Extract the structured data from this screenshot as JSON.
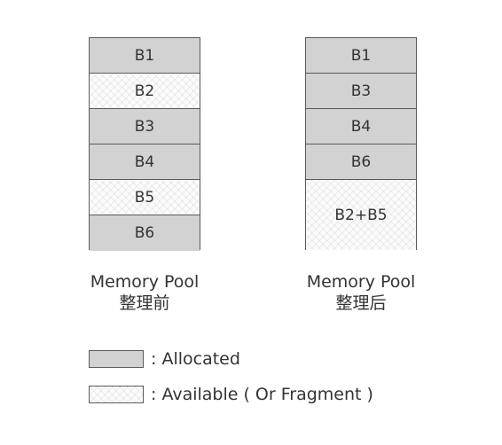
{
  "before": {
    "blocks": [
      {
        "label": "B1",
        "state": "allocated"
      },
      {
        "label": "B2",
        "state": "available"
      },
      {
        "label": "B3",
        "state": "allocated"
      },
      {
        "label": "B4",
        "state": "allocated"
      },
      {
        "label": "B5",
        "state": "available"
      },
      {
        "label": "B6",
        "state": "allocated"
      }
    ],
    "caption_line1": "Memory Pool",
    "caption_line2": "整理前"
  },
  "after": {
    "blocks": [
      {
        "label": "B1",
        "state": "allocated"
      },
      {
        "label": "B3",
        "state": "allocated"
      },
      {
        "label": "B4",
        "state": "allocated"
      },
      {
        "label": "B6",
        "state": "allocated"
      },
      {
        "label": "B2+B5",
        "state": "available"
      }
    ],
    "caption_line1": "Memory Pool",
    "caption_line2": "整理后"
  },
  "legend": {
    "allocated": ": Allocated",
    "available": ": Available ( Or Fragment )"
  },
  "colors": {
    "allocated_fill": "#d2d2d2",
    "available_fill": "#fbfbfb",
    "border": "#5a5a5a"
  }
}
